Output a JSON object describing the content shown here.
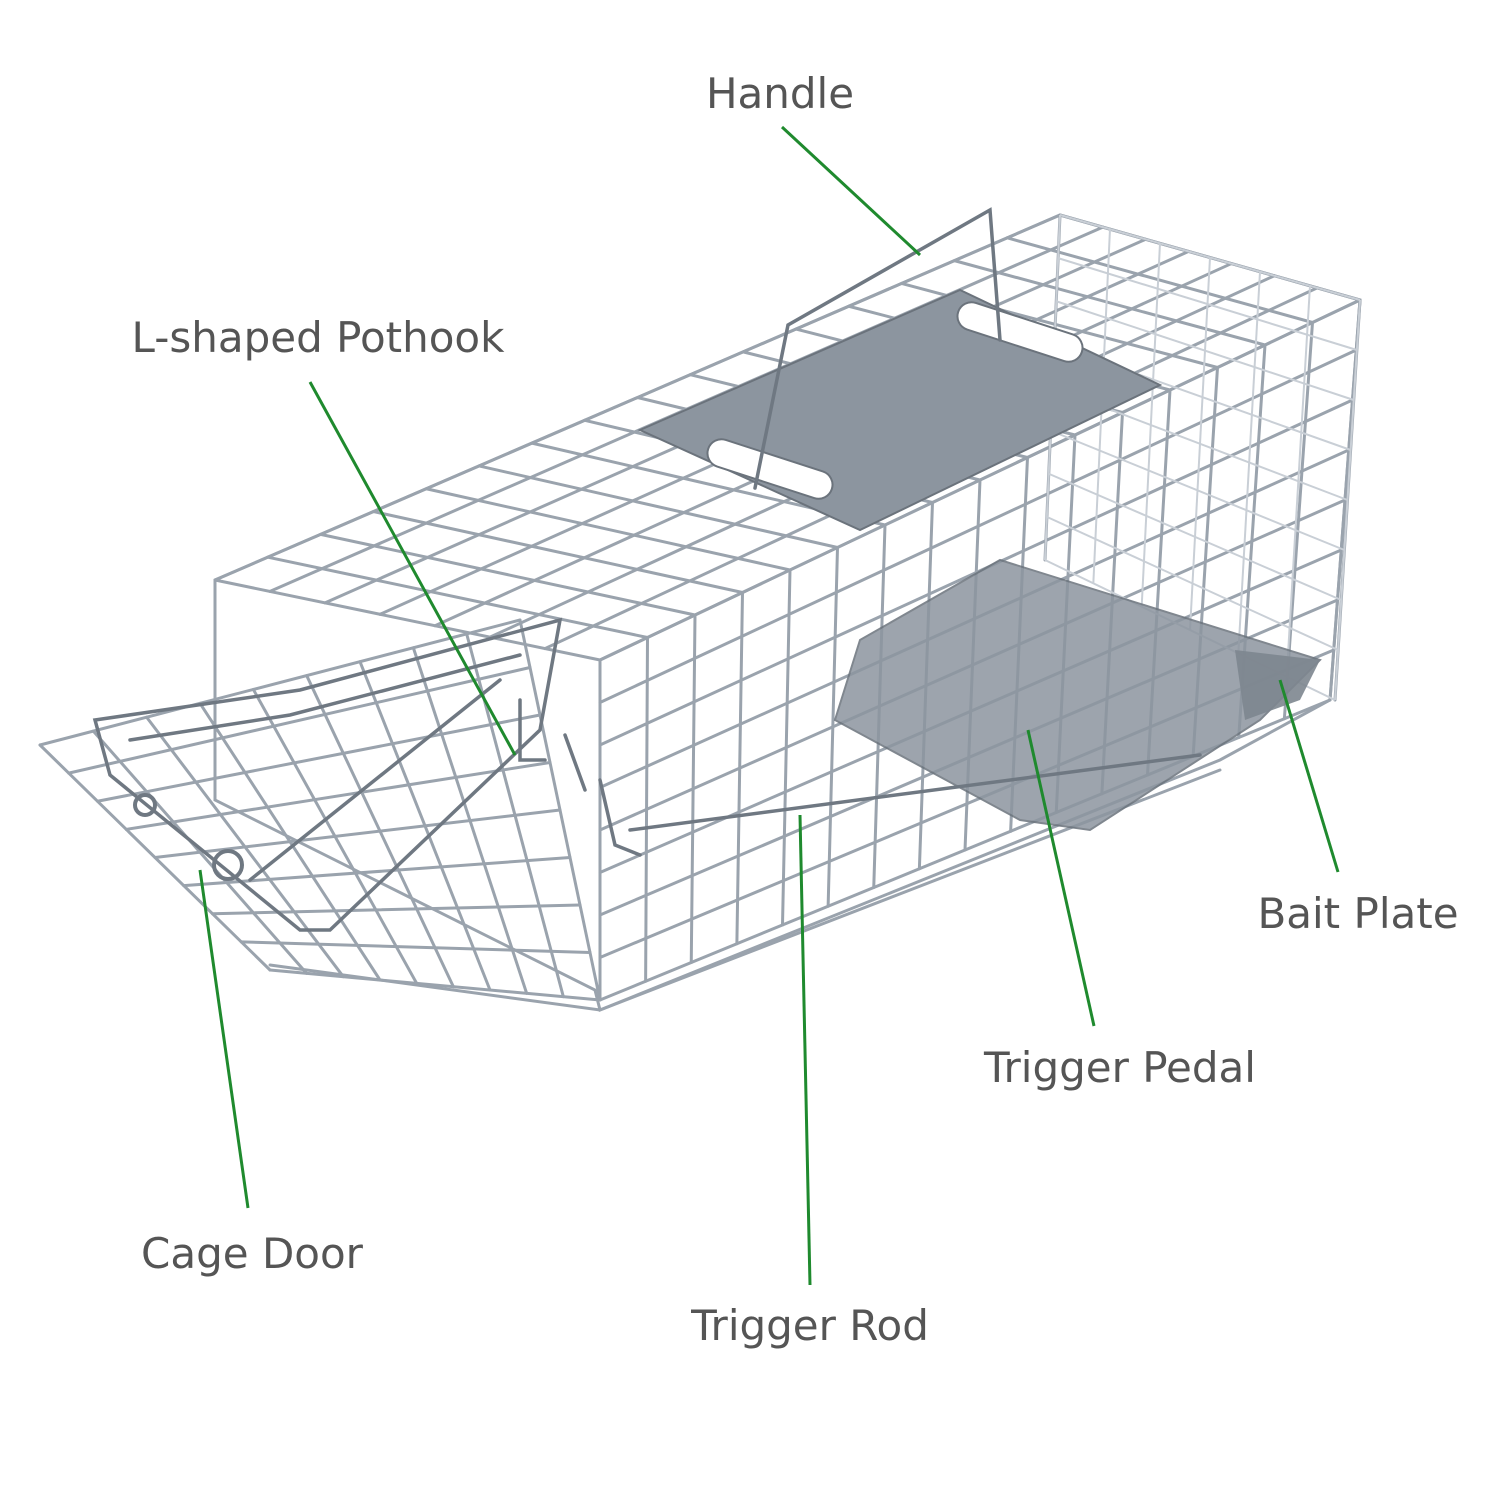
{
  "colors": {
    "leader": "#1f8a2e",
    "label_text": "#555555",
    "background": "#ffffff"
  },
  "labels": {
    "handle": "Handle",
    "pothook": "L-shaped Pothook",
    "bait_plate": "Bait Plate",
    "trigger_pedal": "Trigger Pedal",
    "cage_door": "Cage Door",
    "trigger_rod": "Trigger Rod"
  }
}
